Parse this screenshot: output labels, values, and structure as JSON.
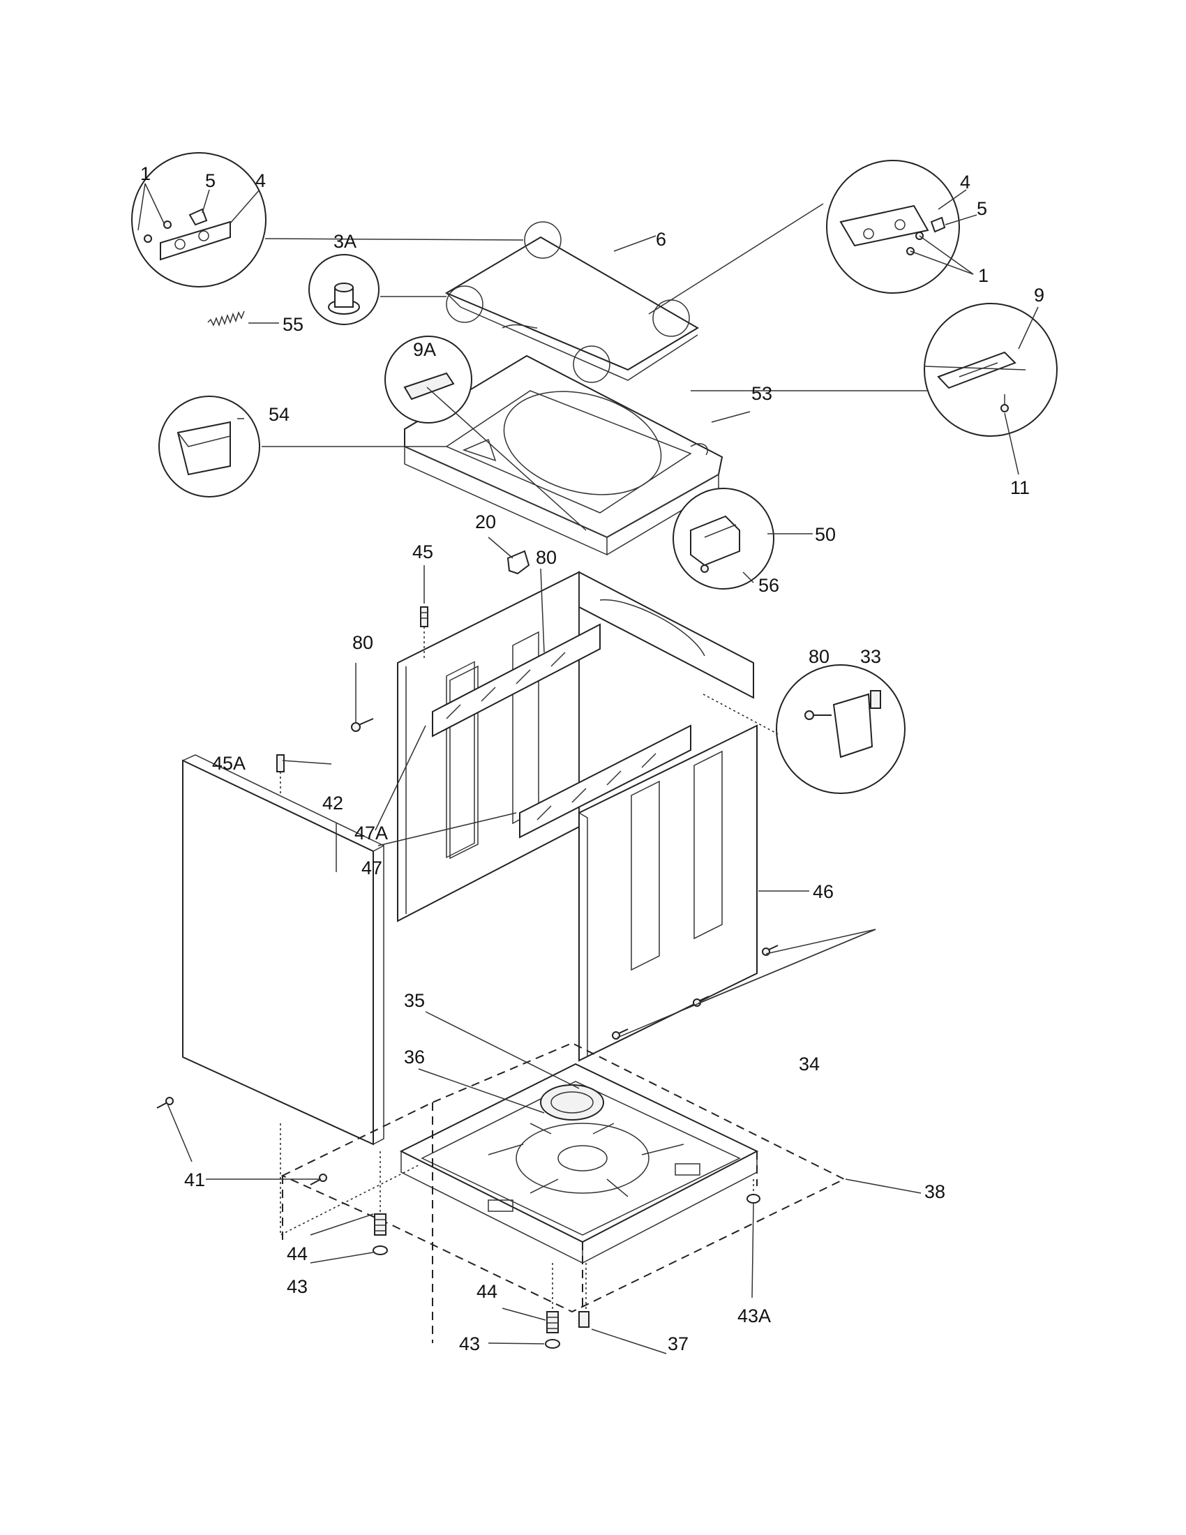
{
  "callouts": {
    "c1a": "1",
    "c5a": "5",
    "c4a": "4",
    "c6": "6",
    "c3A": "3A",
    "c55": "55",
    "c4b": "4",
    "c5b": "5",
    "c1b": "1",
    "c9": "9",
    "c11": "11",
    "c9A": "9A",
    "c53": "53",
    "c54": "54",
    "c20": "20",
    "c45": "45",
    "c80a": "80",
    "c80b": "80",
    "c50": "50",
    "c56": "56",
    "c80c": "80",
    "c33": "33",
    "c47A": "47A",
    "c47": "47",
    "c45A": "45A",
    "c42": "42",
    "c46": "46",
    "c35": "35",
    "c36": "36",
    "c34": "34",
    "c41": "41",
    "c38": "38",
    "c44a": "44",
    "c43a": "43",
    "c44b": "44",
    "c43b": "43",
    "c37": "37",
    "c43A": "43A"
  }
}
